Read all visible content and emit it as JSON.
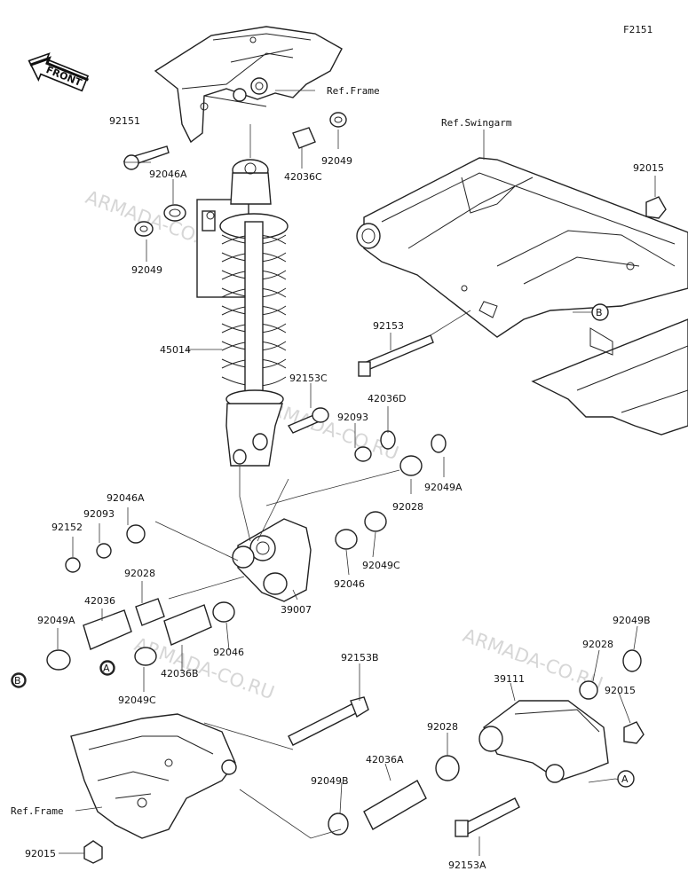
{
  "figure_code": "F2151",
  "front_label": "FRONT",
  "watermark": "ARMADA-CO.RU",
  "refs": {
    "frame": "Ref.Frame",
    "swingarm": "Ref.Swingarm"
  },
  "callouts": {
    "a": "A",
    "b": "B"
  },
  "parts": {
    "p92151": "92151",
    "p92046a_top": "92046A",
    "p92049_top_left": "92049",
    "p42036c": "42036C",
    "p92049_top_right": "92049",
    "p92015_top": "92015",
    "p45014": "45014",
    "p92153": "92153",
    "p92153c": "92153C",
    "p42036d": "42036D",
    "p92093_mid": "92093",
    "p92049a_right": "92049A",
    "p92028_mid": "92028",
    "p92046a_left": "92046A",
    "p92093_left": "92093",
    "p92152": "92152",
    "p92028_left": "92028",
    "p92049c_mid": "92049C",
    "p92046_mid": "92046",
    "p42036": "42036",
    "p39007": "39007",
    "p92049a_left": "92049A",
    "p92046_low": "92046",
    "p42036b": "42036B",
    "p92049c_low": "92049C",
    "p92153b": "92153B",
    "p92049b_right": "92049B",
    "p92028_right": "92028",
    "p39111": "39111",
    "p92015_right": "92015",
    "p92028_low": "92028",
    "p42036a": "42036A",
    "p92049b_low": "92049B",
    "p92015_low": "92015",
    "p92153a": "92153A"
  }
}
